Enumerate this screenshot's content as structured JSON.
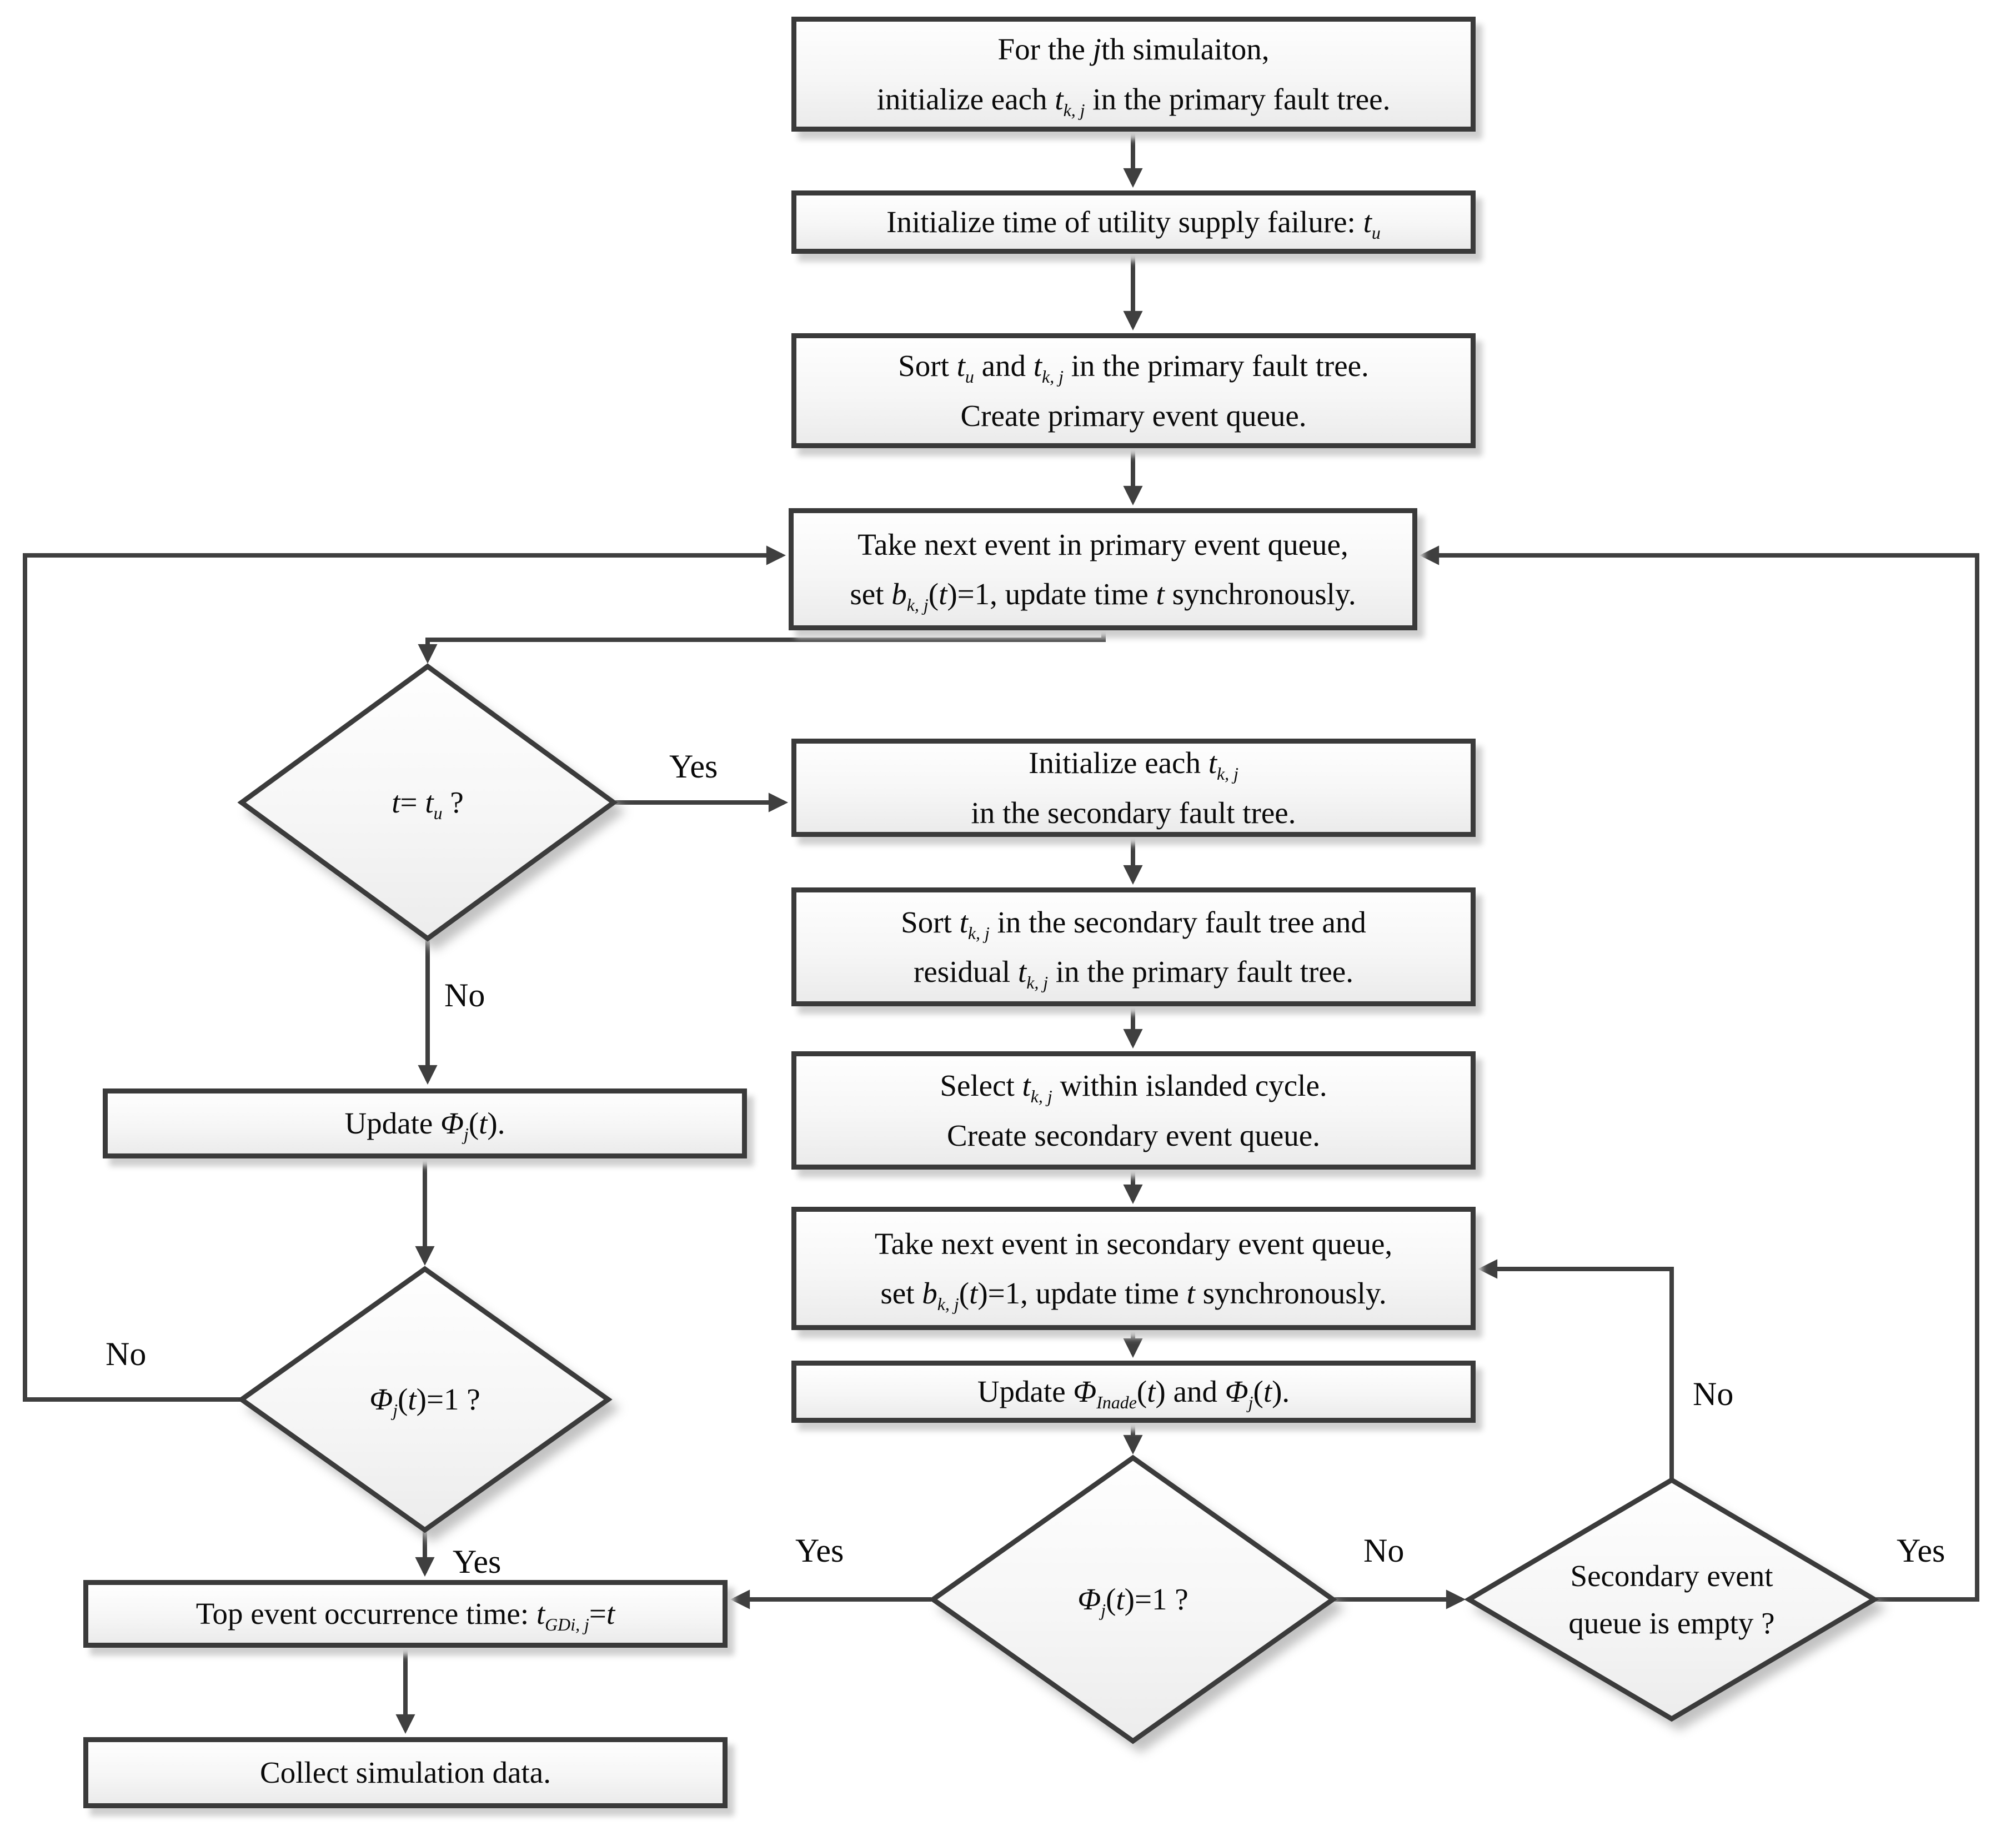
{
  "figure": {
    "type": "flowchart",
    "description_visible_only": "Event-driven fault-tree simulation flowchart"
  },
  "colors": {
    "line": "#3f3f3f",
    "node_border": "#3a3a3a",
    "node_fill_top": "#fefefe",
    "node_fill_bottom": "#ebebeb",
    "shadow": "#cfcfcf",
    "background": "#ffffff",
    "text": "#0a0a0a"
  },
  "nodes": {
    "init_primary": {
      "lines": [
        [
          [
            "r",
            "For the "
          ],
          [
            "i",
            "j"
          ],
          [
            "r",
            "th simulaiton,"
          ]
        ],
        [
          [
            "r",
            "initialize each "
          ],
          [
            "i",
            "t"
          ],
          [
            "s",
            "k, j"
          ],
          [
            "r",
            " in the primary fault tree."
          ]
        ]
      ]
    },
    "init_tu": {
      "lines": [
        [
          [
            "r",
            "Initialize time of utility supply failure: "
          ],
          [
            "i",
            "t"
          ],
          [
            "s",
            "u"
          ]
        ]
      ]
    },
    "sort_primary": {
      "lines": [
        [
          [
            "r",
            "Sort "
          ],
          [
            "i",
            "t"
          ],
          [
            "s",
            "u"
          ],
          [
            "r",
            " and "
          ],
          [
            "i",
            "t"
          ],
          [
            "s",
            "k, j"
          ],
          [
            "r",
            " in the primary fault tree."
          ]
        ],
        [
          [
            "r",
            "Create primary event queue."
          ]
        ]
      ]
    },
    "take_primary": {
      "lines": [
        [
          [
            "r",
            "Take next event in primary event queue,"
          ]
        ],
        [
          [
            "r",
            "set  "
          ],
          [
            "i",
            "b"
          ],
          [
            "s",
            "k, j"
          ],
          [
            "r",
            "("
          ],
          [
            "i",
            "t"
          ],
          [
            "r",
            ")=1, update time "
          ],
          [
            "i",
            "t"
          ],
          [
            "r",
            " synchronously."
          ]
        ]
      ]
    },
    "decision_t_tu": {
      "lines": [
        [
          [
            "i",
            "t"
          ],
          [
            "r",
            "= "
          ],
          [
            "i",
            "t"
          ],
          [
            "s",
            "u"
          ],
          [
            "r",
            " ?"
          ]
        ]
      ]
    },
    "init_secondary": {
      "lines": [
        [
          [
            "r",
            "Initialize each "
          ],
          [
            "i",
            "t"
          ],
          [
            "s",
            "k, j"
          ]
        ],
        [
          [
            "r",
            "in the secondary fault tree."
          ]
        ]
      ]
    },
    "sort_secondary": {
      "lines": [
        [
          [
            "r",
            "Sort "
          ],
          [
            "i",
            "t"
          ],
          [
            "s",
            "k, j"
          ],
          [
            "r",
            " in the secondary fault tree and"
          ]
        ],
        [
          [
            "r",
            "residual "
          ],
          [
            "i",
            "t"
          ],
          [
            "s",
            "k, j"
          ],
          [
            "r",
            " in the primary fault tree."
          ]
        ]
      ]
    },
    "select_islanded": {
      "lines": [
        [
          [
            "r",
            "Select "
          ],
          [
            "i",
            "t"
          ],
          [
            "s",
            "k, j"
          ],
          [
            "r",
            " within islanded cycle."
          ]
        ],
        [
          [
            "r",
            "Create secondary event queue."
          ]
        ]
      ]
    },
    "take_secondary": {
      "lines": [
        [
          [
            "r",
            "Take next event in secondary event queue,"
          ]
        ],
        [
          [
            "r",
            "set  "
          ],
          [
            "i",
            "b"
          ],
          [
            "s",
            "k, j"
          ],
          [
            "r",
            "("
          ],
          [
            "i",
            "t"
          ],
          [
            "r",
            ")=1, update time "
          ],
          [
            "i",
            "t"
          ],
          [
            "r",
            " synchronously."
          ]
        ]
      ]
    },
    "update_inade": {
      "lines": [
        [
          [
            "r",
            "Update "
          ],
          [
            "i",
            "Φ"
          ],
          [
            "s",
            "Inade"
          ],
          [
            "r",
            "("
          ],
          [
            "i",
            "t"
          ],
          [
            "r",
            ") and "
          ],
          [
            "i",
            "Φ"
          ],
          [
            "s",
            "j"
          ],
          [
            "r",
            "("
          ],
          [
            "i",
            "t"
          ],
          [
            "r",
            ")."
          ]
        ]
      ]
    },
    "update_phi": {
      "lines": [
        [
          [
            "r",
            "Update "
          ],
          [
            "i",
            "Φ"
          ],
          [
            "s",
            "j"
          ],
          [
            "r",
            "("
          ],
          [
            "i",
            "t"
          ],
          [
            "r",
            ")."
          ]
        ]
      ]
    },
    "decision_phi_left": {
      "lines": [
        [
          [
            "i",
            "Φ"
          ],
          [
            "s",
            "j"
          ],
          [
            "r",
            "("
          ],
          [
            "i",
            "t"
          ],
          [
            "r",
            ")=1 ?"
          ]
        ]
      ]
    },
    "decision_phi_right": {
      "lines": [
        [
          [
            "i",
            "Φ"
          ],
          [
            "s",
            "j"
          ],
          [
            "r",
            "("
          ],
          [
            "i",
            "t"
          ],
          [
            "r",
            ")=1 ?"
          ]
        ]
      ]
    },
    "decision_queue_empty": {
      "lines": [
        [
          [
            "r",
            "Secondary event"
          ]
        ],
        [
          [
            "r",
            "queue is empty ?"
          ]
        ]
      ]
    },
    "top_event": {
      "lines": [
        [
          [
            "r",
            "Top event occurrence time: "
          ],
          [
            "i",
            "t"
          ],
          [
            "s",
            "GDi, j"
          ],
          [
            "r",
            "="
          ],
          [
            "i",
            "t"
          ]
        ]
      ]
    },
    "collect": {
      "lines": [
        [
          [
            "r",
            "Collect simulation data."
          ]
        ]
      ]
    }
  },
  "edge_labels": {
    "yes_t_tu": "Yes",
    "no_t_tu": "No",
    "no_phi_left": "No",
    "yes_phi_left": "Yes",
    "yes_phi_right": "Yes",
    "no_phi_right": "No",
    "no_queue_empty": "No",
    "yes_queue_empty": "Yes"
  }
}
